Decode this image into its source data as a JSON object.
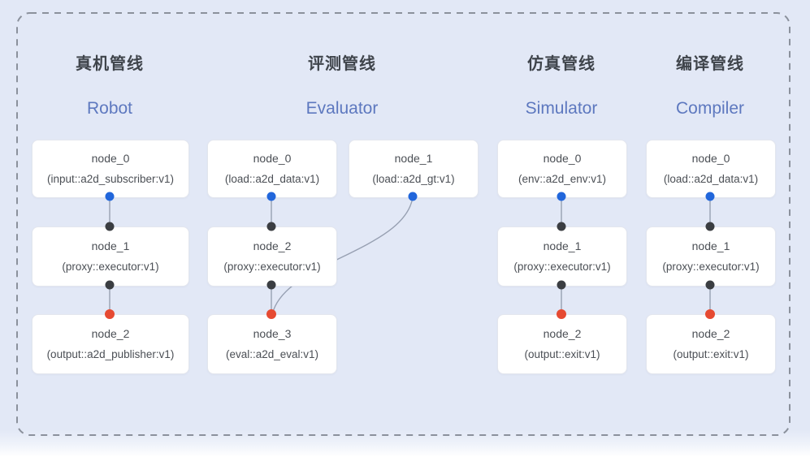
{
  "diagram": {
    "background": "#e2e8f6",
    "colors": {
      "dashed_border": "#8b919c",
      "connector": "#97a0b2",
      "port_output": "#2166db",
      "port_intermediate": "#3b3e42",
      "port_final": "#e64a32",
      "title_zh": "#3f444b",
      "title_en": "#5d78bf"
    },
    "pipelines": [
      {
        "title_zh": "真机管线",
        "title_en": "Robot",
        "nodes": [
          {
            "name": "node_0",
            "type": "(input::a2d_subscriber:v1)"
          },
          {
            "name": "node_1",
            "type": "(proxy::executor:v1)"
          },
          {
            "name": "node_2",
            "type": "(output::a2d_publisher:v1)"
          }
        ]
      },
      {
        "title_zh": "评测管线",
        "title_en": "Evaluator",
        "nodes": [
          {
            "name": "node_0",
            "type": "(load::a2d_data:v1)"
          },
          {
            "name": "node_1",
            "type": "(load::a2d_gt:v1)"
          },
          {
            "name": "node_2",
            "type": "(proxy::executor:v1)"
          },
          {
            "name": "node_3",
            "type": "(eval::a2d_eval:v1)"
          }
        ]
      },
      {
        "title_zh": "仿真管线",
        "title_en": "Simulator",
        "nodes": [
          {
            "name": "node_0",
            "type": "(env::a2d_env:v1)"
          },
          {
            "name": "node_1",
            "type": "(proxy::executor:v1)"
          },
          {
            "name": "node_2",
            "type": "(output::exit:v1)"
          }
        ]
      },
      {
        "title_zh": "编译管线",
        "title_en": "Compiler",
        "nodes": [
          {
            "name": "node_0",
            "type": "(load::a2d_data:v1)"
          },
          {
            "name": "node_1",
            "type": "(proxy::executor:v1)"
          },
          {
            "name": "node_2",
            "type": "(output::exit:v1)"
          }
        ]
      }
    ]
  }
}
